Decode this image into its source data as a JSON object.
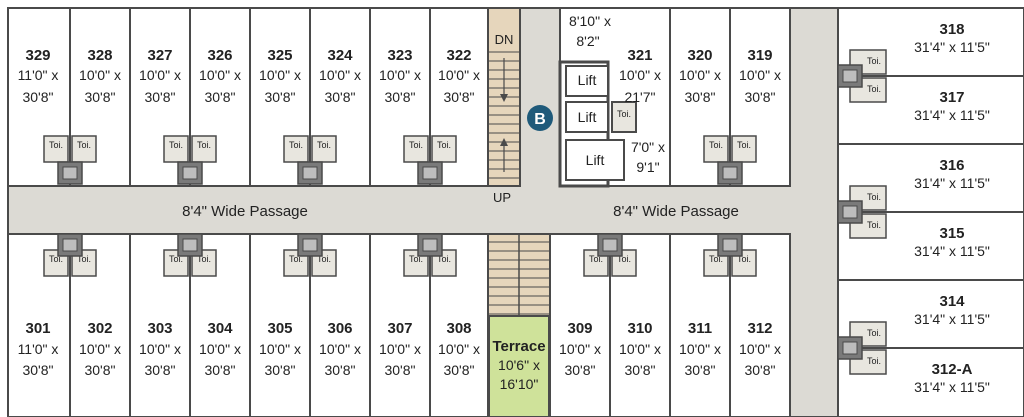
{
  "block": {
    "label": "B",
    "color": "#1f5a7a"
  },
  "colors": {
    "wall": "#4a4a4a",
    "passage": "#dcdad4",
    "terrace": "#cfe29a",
    "stair": "#e6d6bc",
    "toilet": "#e8e6df",
    "shaft": "#7a7a7a"
  },
  "passage_labels": [
    "8'4\" Wide Passage",
    "8'4\" Wide Passage"
  ],
  "stairs": {
    "top_label": "DN",
    "bottom_label": "UP"
  },
  "lifts": [
    "Lift",
    "Lift",
    "Lift"
  ],
  "lift_lobby": {
    "dim1": "8'10\" x",
    "dim2": "8'2\""
  },
  "lift_room": {
    "dim1": "7'0\" x",
    "dim2": "9'1\""
  },
  "toilet_label": "Toi.",
  "top_rooms": [
    {
      "num": "329",
      "d1": "11'0\" x",
      "d2": "30'8\""
    },
    {
      "num": "328",
      "d1": "10'0\" x",
      "d2": "30'8\""
    },
    {
      "num": "327",
      "d1": "10'0\" x",
      "d2": "30'8\""
    },
    {
      "num": "326",
      "d1": "10'0\" x",
      "d2": "30'8\""
    },
    {
      "num": "325",
      "d1": "10'0\" x",
      "d2": "30'8\""
    },
    {
      "num": "324",
      "d1": "10'0\" x",
      "d2": "30'8\""
    },
    {
      "num": "323",
      "d1": "10'0\" x",
      "d2": "30'8\""
    },
    {
      "num": "322",
      "d1": "10'0\" x",
      "d2": "30'8\""
    },
    {
      "num": "321",
      "d1": "10'0\" x",
      "d2": "21'7\""
    },
    {
      "num": "320",
      "d1": "10'0\" x",
      "d2": "30'8\""
    },
    {
      "num": "319",
      "d1": "10'0\" x",
      "d2": "30'8\""
    }
  ],
  "bottom_rooms": [
    {
      "num": "301",
      "d1": "11'0\" x",
      "d2": "30'8\""
    },
    {
      "num": "302",
      "d1": "10'0\" x",
      "d2": "30'8\""
    },
    {
      "num": "303",
      "d1": "10'0\" x",
      "d2": "30'8\""
    },
    {
      "num": "304",
      "d1": "10'0\" x",
      "d2": "30'8\""
    },
    {
      "num": "305",
      "d1": "10'0\" x",
      "d2": "30'8\""
    },
    {
      "num": "306",
      "d1": "10'0\" x",
      "d2": "30'8\""
    },
    {
      "num": "307",
      "d1": "10'0\" x",
      "d2": "30'8\""
    },
    {
      "num": "308",
      "d1": "10'0\" x",
      "d2": "30'8\""
    },
    {
      "num": "309",
      "d1": "10'0\" x",
      "d2": "30'8\""
    },
    {
      "num": "310",
      "d1": "10'0\" x",
      "d2": "30'8\""
    },
    {
      "num": "311",
      "d1": "10'0\" x",
      "d2": "30'8\""
    },
    {
      "num": "312",
      "d1": "10'0\" x",
      "d2": "30'8\""
    }
  ],
  "terrace": {
    "name": "Terrace",
    "d1": "10'6\" x",
    "d2": "16'10\""
  },
  "right_rooms": [
    {
      "num": "318",
      "dim": "31'4\" x 11'5\""
    },
    {
      "num": "317",
      "dim": "31'4\" x 11'5\""
    },
    {
      "num": "316",
      "dim": "31'4\" x 11'5\""
    },
    {
      "num": "315",
      "dim": "31'4\" x 11'5\""
    },
    {
      "num": "314",
      "dim": "31'4\" x 11'5\""
    },
    {
      "num": "312-A",
      "dim": "31'4\" x 11'5\""
    }
  ]
}
